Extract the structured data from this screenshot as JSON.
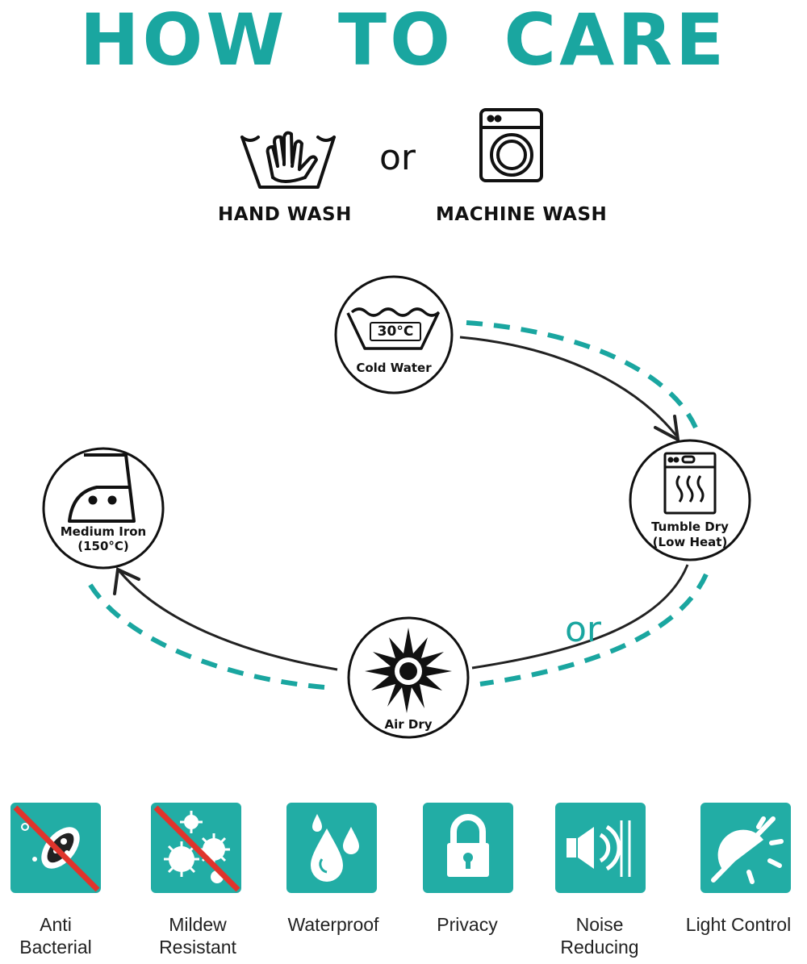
{
  "title": "HOW TO CARE",
  "wash": {
    "hand_label": "HAND WASH",
    "or_label": "or",
    "machine_label": "MACHINE WASH"
  },
  "cycle": {
    "cold_water_temp": "30°C",
    "cold_water_label": "Cold Water",
    "tumble_dry_line1": "Tumble Dry",
    "tumble_dry_line2": "(Low Heat)",
    "air_dry_label": "Air Dry",
    "iron_line1": "Medium Iron",
    "iron_line2": "(150°C)",
    "or_label": "or"
  },
  "colors": {
    "accent": "#1aa6a0",
    "tile": "#22ada5",
    "stroke": "#111111"
  },
  "features": [
    {
      "label_line1": "Anti",
      "label_line2": "Bacterial",
      "icon": "bacteria-icon"
    },
    {
      "label_line1": "Mildew",
      "label_line2": "Resistant",
      "icon": "mildew-icon"
    },
    {
      "label_line1": "Waterproof",
      "label_line2": "",
      "icon": "water-drops-icon"
    },
    {
      "label_line1": "Privacy",
      "label_line2": "",
      "icon": "lock-icon"
    },
    {
      "label_line1": "Noise",
      "label_line2": "Reducing",
      "icon": "speaker-icon"
    },
    {
      "label_line1": "Light Control",
      "label_line2": "",
      "icon": "sun-block-icon"
    }
  ]
}
